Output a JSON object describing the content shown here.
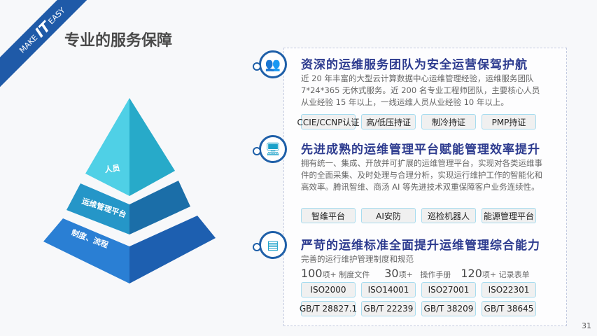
{
  "brand": {
    "make": "MAKE",
    "it": "IT",
    "easy": "EASY"
  },
  "title": "专业的服务保障",
  "pyramid": [
    "人员",
    "运维管理平台",
    "制度、流程"
  ],
  "sections": [
    {
      "heading": "资深的运维服务团队为安全运营保驾护航",
      "text": "近 20 年丰富的大型云计算数据中心运维管理经验，运维服务团队 7*24*365 无休式服务。近 200 名专业工程师团队，主要核心人员从业经验 15 年以上，一线运维人员从业经验 10 年以上。",
      "tags": [
        "CCIE/CCNP认证",
        "高/低压持证",
        "制冷持证",
        "PMP持证"
      ]
    },
    {
      "heading": "先进成熟的运维管理平台赋能管理效率提升",
      "text": "拥有统一、集成、开放并可扩展的运维管理平台，实现对各类运维事件的全面采集、及时处理与合理分析，实现运行维护工作的智能化和高效率。腾讯智维、商汤 AI 等先进技术双重保障客户业务连续性。",
      "tags": [
        "智维平台",
        "AI安防",
        "巡检机器人",
        "能源管理平台"
      ]
    },
    {
      "heading": "严苛的运维标准全面提升运维管理综合能力",
      "text": "完善的运行维护管理制度和规范",
      "stats": [
        {
          "n": "100",
          "u": "项+",
          "l": "制度文件"
        },
        {
          "n": "30",
          "u": "项+",
          "l": "操作手册"
        },
        {
          "n": "120",
          "u": "项+",
          "l": "记录表单"
        }
      ],
      "tags": [
        "ISO2000",
        "ISO14001",
        "ISO27001",
        "ISO22301",
        "GB/T 28827.1",
        "GB/T 22239",
        "GB/T 38209",
        "GB/T 38645"
      ]
    }
  ],
  "page": "31"
}
